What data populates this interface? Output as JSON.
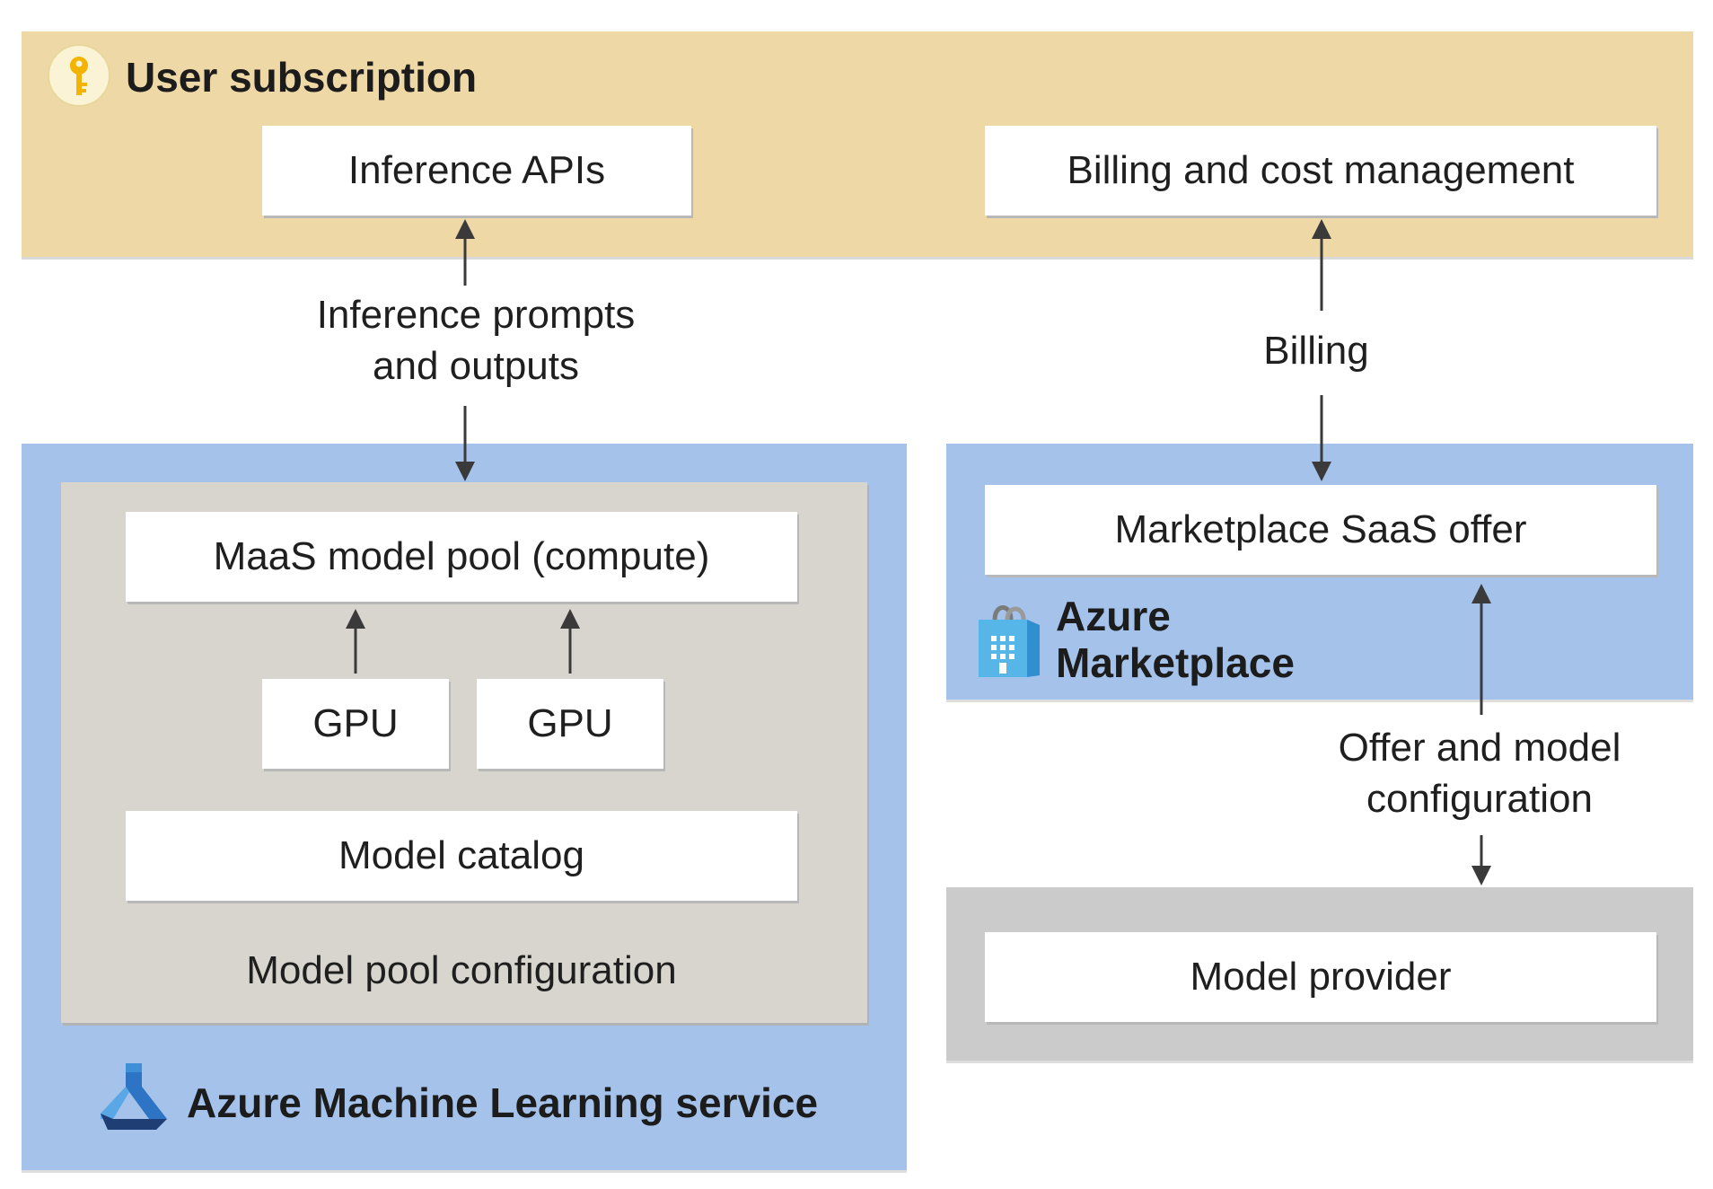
{
  "subscription": {
    "title": "User subscription",
    "icon": "key-icon",
    "inference_apis": "Inference APIs",
    "billing_cost": "Billing and cost management"
  },
  "connectors": {
    "inference_line1": "Inference prompts",
    "inference_line2": "and outputs",
    "billing": "Billing",
    "offer_line1": "Offer and model",
    "offer_line2": "configuration"
  },
  "aml": {
    "title": "Azure Machine Learning service",
    "icon": "azure-ml-icon",
    "maas_pool": "MaaS model pool (compute)",
    "gpu_1": "GPU",
    "gpu_2": "GPU",
    "model_catalog": "Model catalog",
    "pool_config": "Model pool configuration"
  },
  "marketplace": {
    "title_line1": "Azure",
    "title_line2": "Marketplace",
    "icon": "shopping-bag-icon",
    "saas_offer": "Marketplace SaaS offer"
  },
  "provider": {
    "label": "Model provider"
  },
  "colors": {
    "subscription_bg": "#eed8a6",
    "azure_bg": "#a4c2ea",
    "pool_bg": "#d8d5cf",
    "provider_bg": "#cbcbcb",
    "arrow": "#3a3a3a"
  }
}
